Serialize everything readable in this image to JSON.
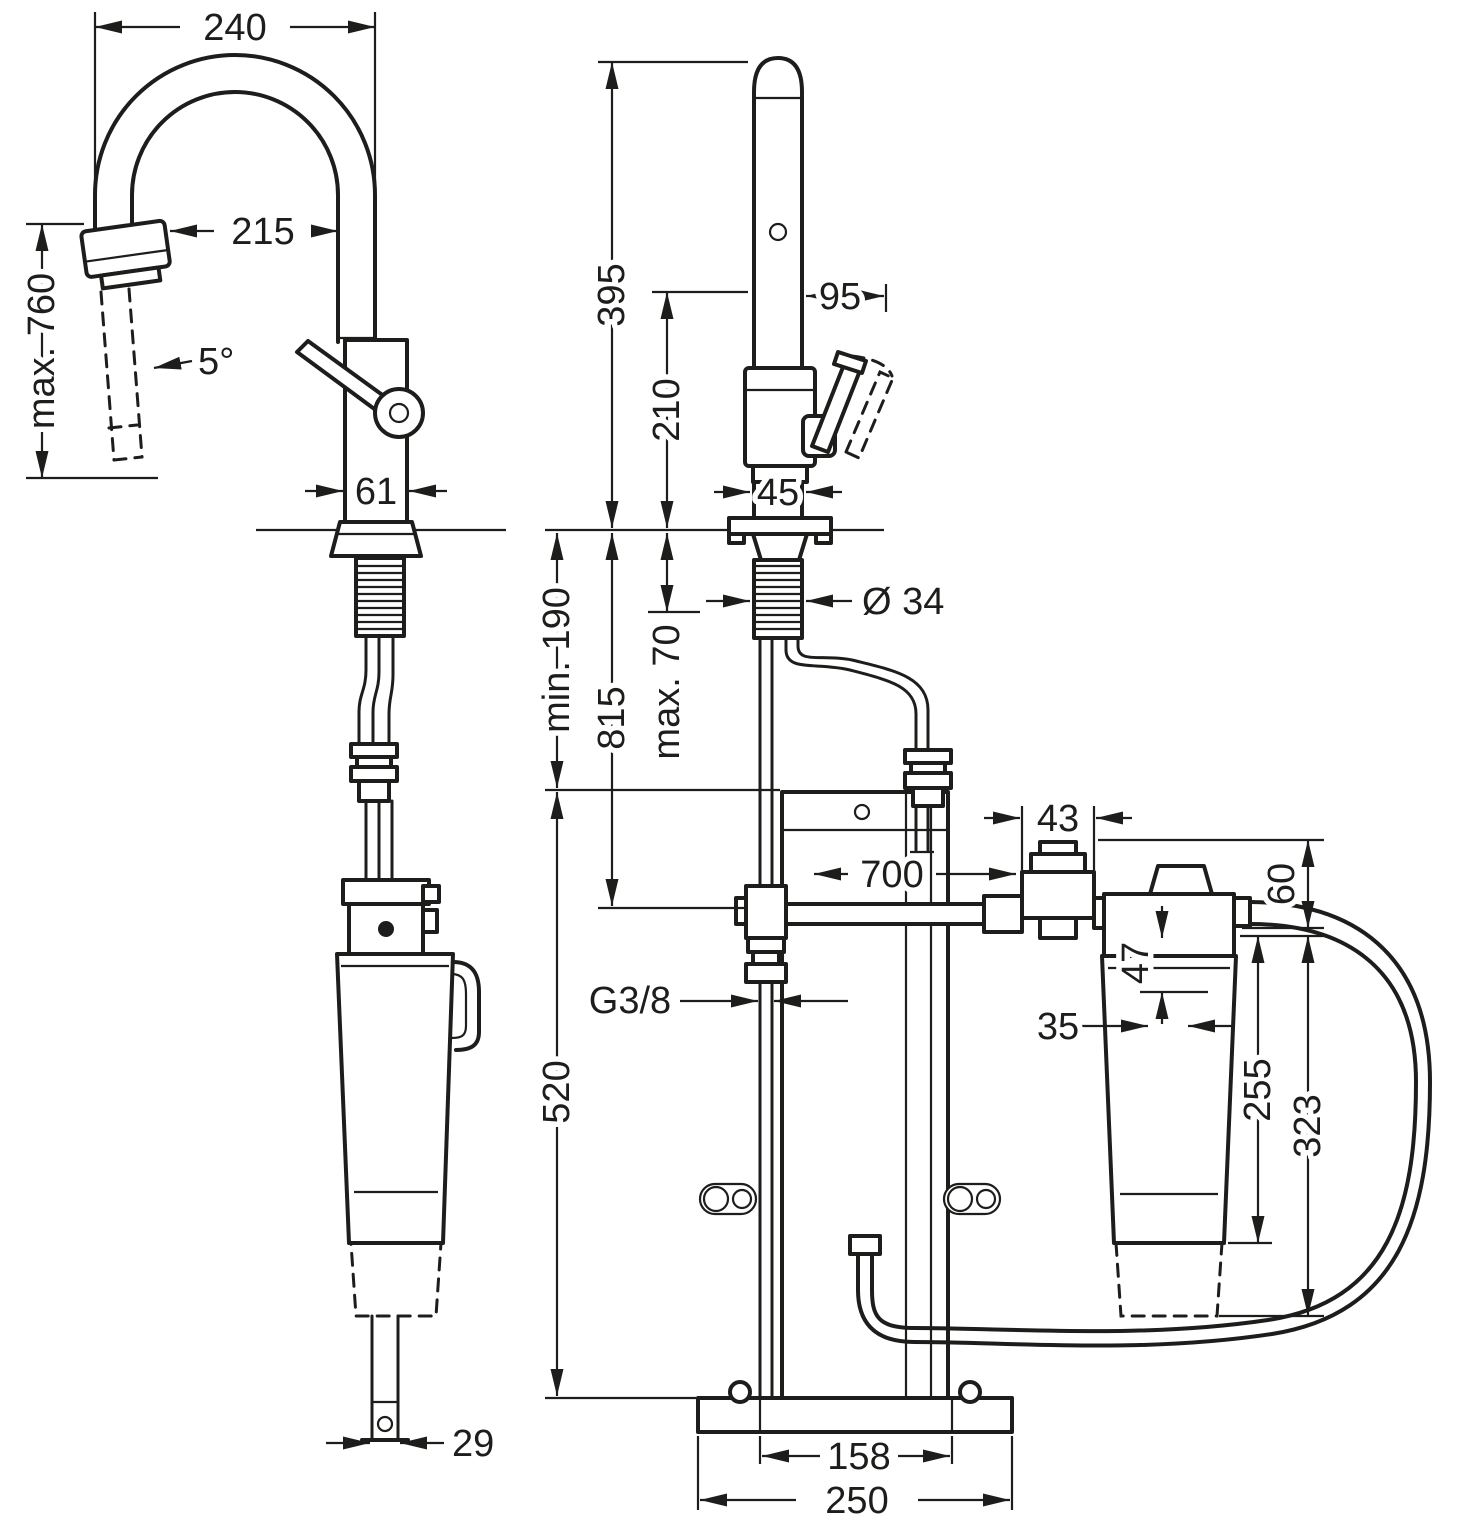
{
  "meta": {
    "type": "technical-dimension-drawing",
    "subject": "kitchen-mixer-with-pullout-spray-and-filter-unit",
    "colors": {
      "line": "#1d1d1b",
      "background": "#ffffff"
    }
  },
  "dims": {
    "d240": "240",
    "d215": "215",
    "max760": "max. 760",
    "angle5": "5°",
    "d61": "61",
    "d29": "29",
    "d395": "395",
    "d210": "210",
    "d95": "95",
    "d45": "45",
    "dia34": "Ø 34",
    "min190": "min. 190",
    "d815": "815",
    "max70": "max. 70",
    "d43": "43",
    "d700": "700",
    "d60": "60",
    "d47": "47",
    "d35": "35",
    "d255": "255",
    "d323": "323",
    "g38": "G3/8",
    "d520": "520",
    "d158": "158",
    "d250": "250"
  }
}
